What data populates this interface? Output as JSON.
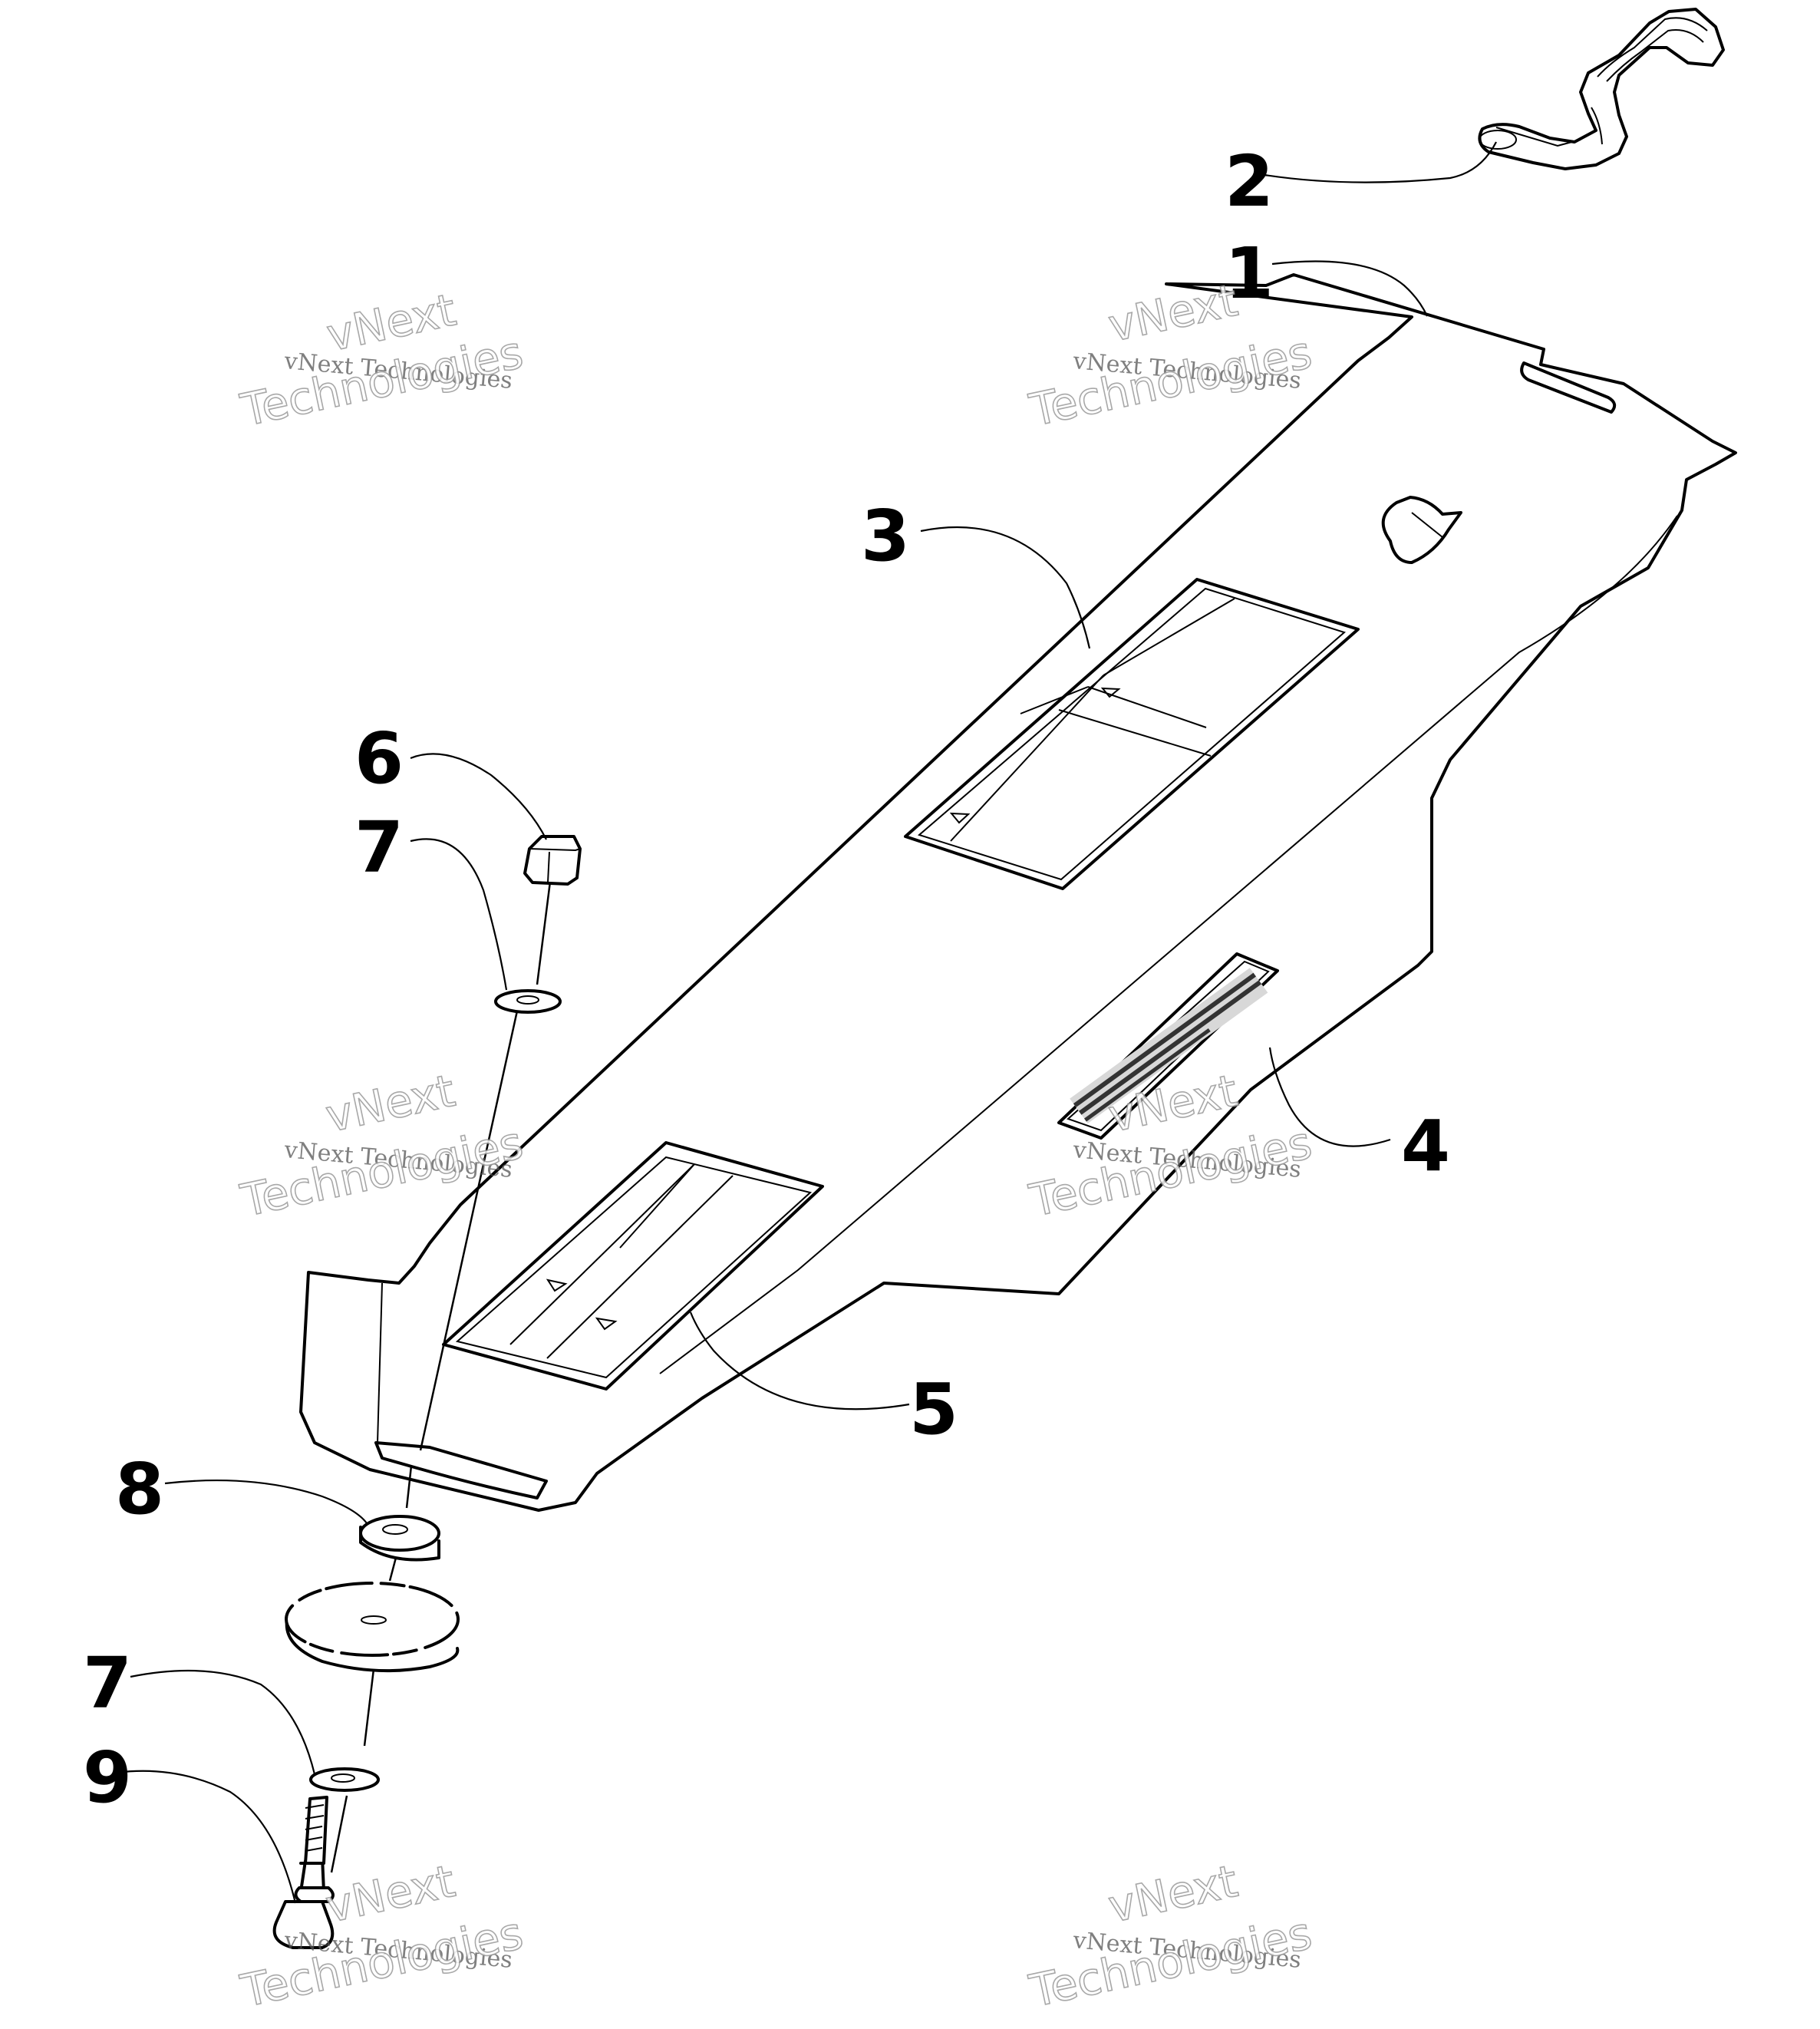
{
  "callouts": {
    "c1": "1",
    "c2": "2",
    "c3": "3",
    "c4": "4",
    "c5": "5",
    "c6": "6",
    "c7a": "7",
    "c7b": "7",
    "c8": "8",
    "c9": "9"
  },
  "watermark": {
    "line_small": "vNext Technologies",
    "word_top": "vNext",
    "word_bottom": "Technologies"
  }
}
